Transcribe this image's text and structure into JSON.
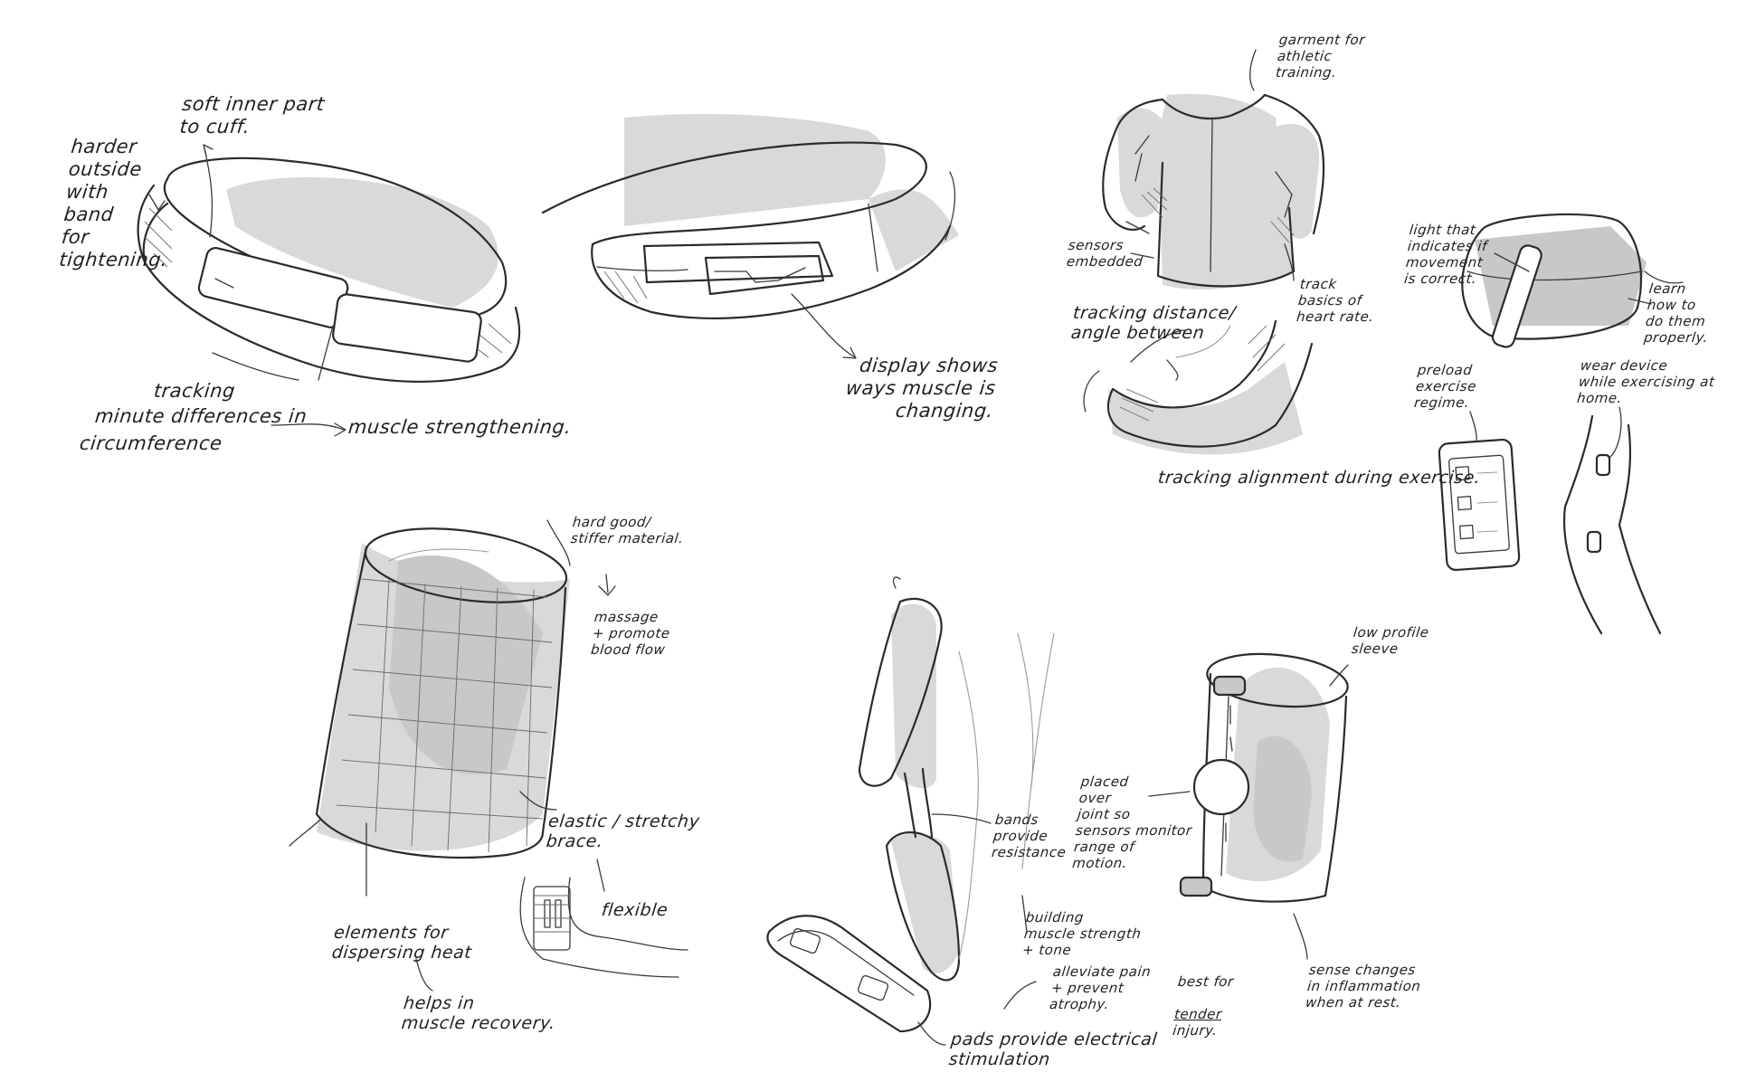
{
  "notes": {
    "soft_inner": "soft inner part\nto cuff.",
    "harder_outside": "harder\noutside\nwith\nband\nfor\ntightening.",
    "tracking": "tracking",
    "minute_differences": "minute differences in",
    "circumference": "circumference",
    "muscle_strengthening": "muscle strengthening.",
    "display_shows": "display shows\nways muscle is\nchanging.",
    "garment": "garment for\nathletic\ntraining.",
    "sensors_embedded": "sensors\nembedded",
    "track_basics": "track\nbasics of\nheart rate.",
    "tracking_distance": "tracking distance/\nangle between",
    "tracking_alignment": "tracking alignment during exercise.",
    "light_indicates": "light that\nindicates if\nmovement\nis correct.",
    "learn_how": "learn\nhow to\ndo them\nproperly.",
    "preload": "preload\nexercise\nregime.",
    "wear_device": "wear device\nwhile exercising at\nhome.",
    "hard_good": "hard good/\nstiffer material.",
    "massage": "massage\n+ promote\nblood flow",
    "elastic": "elastic / stretchy\nbrace.",
    "flexible": "flexible",
    "elements_heat": "elements for\ndispersing heat",
    "helps_recovery": "helps in\nmuscle recovery.",
    "bands_resistance": "bands\nprovide\nresistance",
    "building_muscle": "building\nmuscle strength\n+ tone",
    "alleviate_pain": "alleviate pain\n+ prevent\natrophy.",
    "pads_stimulation": "pads provide electrical\nstimulation",
    "low_profile": "low profile\nsleeve",
    "placed_over": "placed\nover\njoint so\nsensors monitor\nrange of\nmotion.",
    "best_for": "best for",
    "tender": "tender",
    "injury": "injury.",
    "sense_changes": "sense changes\nin inflammation\nwhen at rest."
  }
}
